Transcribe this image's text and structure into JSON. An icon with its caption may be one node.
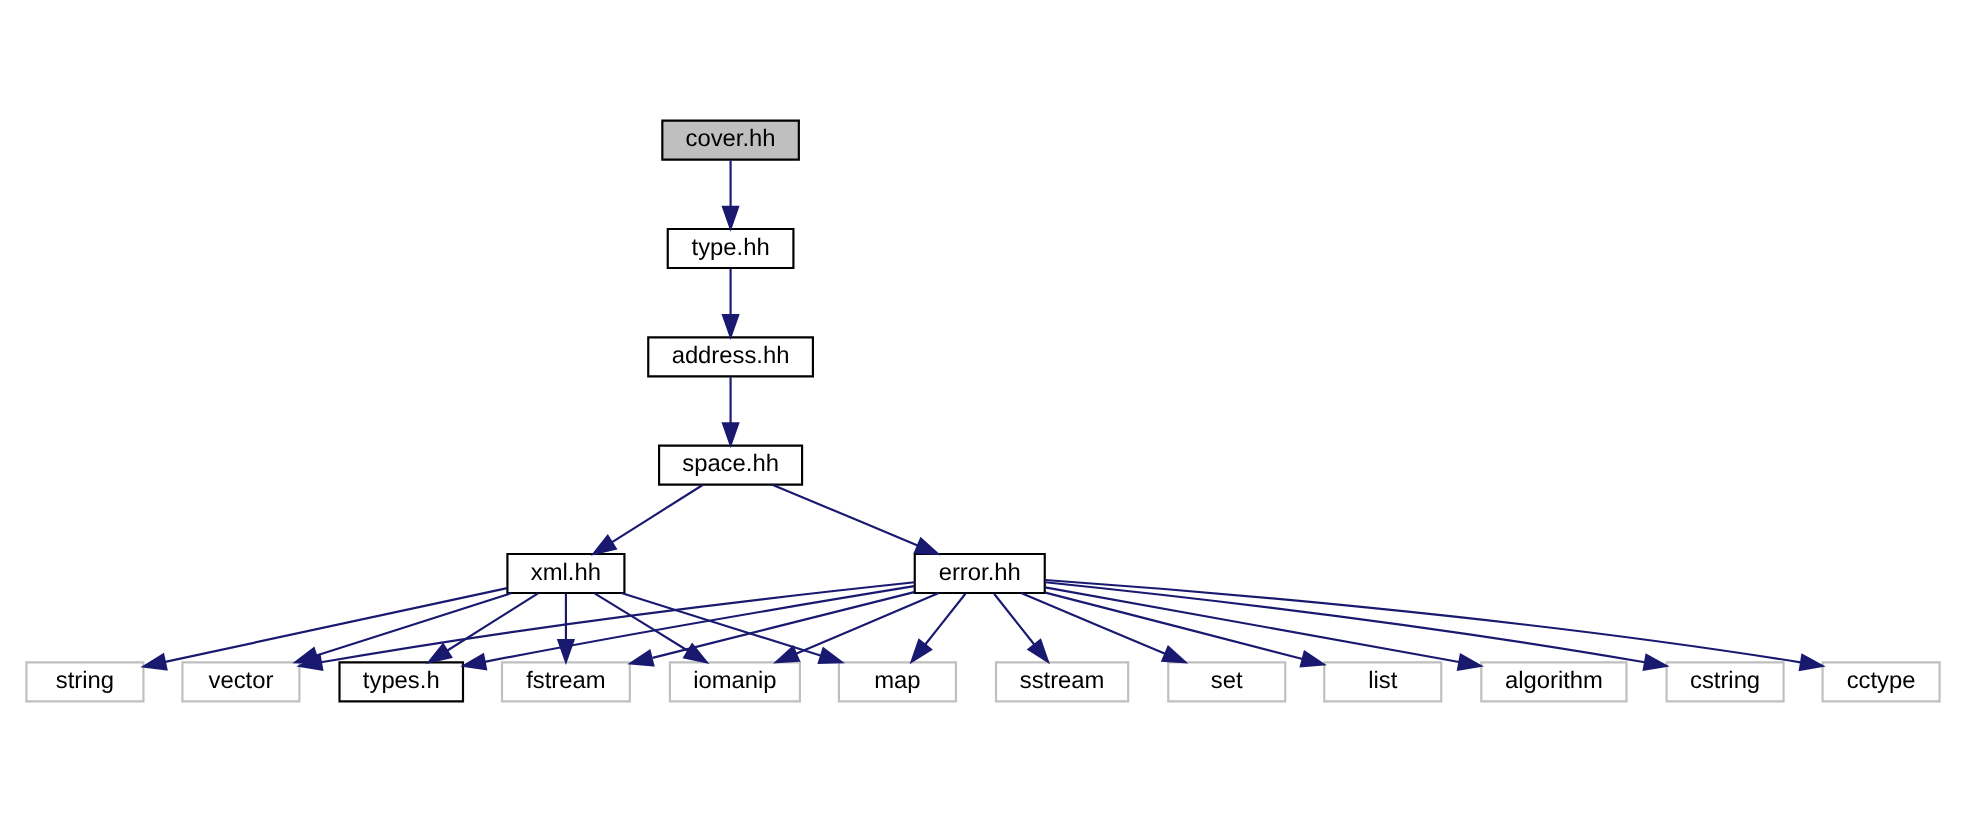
{
  "diagram": {
    "nodes": [
      {
        "text": [
          "cover.hh"
        ]
      },
      {
        "text": [
          "type.hh"
        ]
      },
      {
        "text": [
          "address.hh"
        ]
      },
      {
        "text": [
          "space.hh"
        ]
      },
      {
        "text": [
          "xml.hh"
        ]
      },
      {
        "text": [
          "error.hh"
        ]
      },
      {
        "text": [
          "string"
        ]
      },
      {
        "text": [
          "iomanip"
        ]
      },
      {
        "text": [
          "map"
        ]
      },
      {
        "text": [
          "vector"
        ]
      },
      {
        "text": [
          "types.h"
        ]
      },
      {
        "text": [
          "fstream"
        ]
      },
      {
        "text": [
          "sstream"
        ]
      },
      {
        "text": [
          "set"
        ]
      },
      {
        "text": [
          "list"
        ]
      },
      {
        "text": [
          "algorithm"
        ]
      },
      {
        "text": [
          "cstring"
        ]
      },
      {
        "text": [
          "cctype"
        ]
      }
    ],
    "edges": [
      {
        "from": 0,
        "to": 1,
        "arrow": "to"
      },
      {
        "from": 1,
        "to": 2,
        "arrow": "to"
      },
      {
        "from": 2,
        "to": 3,
        "arrow": "to"
      },
      {
        "from": 3,
        "to": 4,
        "arrow": "to"
      },
      {
        "from": 3,
        "to": 5,
        "arrow": "to"
      },
      {
        "from": 4,
        "to": 6,
        "arrow": "to"
      },
      {
        "from": 4,
        "to": 7,
        "arrow": "to"
      },
      {
        "from": 4,
        "to": 8,
        "arrow": "to"
      },
      {
        "from": 4,
        "to": 9,
        "arrow": "to"
      },
      {
        "from": 4,
        "to": 10,
        "arrow": "to"
      },
      {
        "from": 4,
        "to": 11,
        "arrow": "to"
      },
      {
        "from": 5,
        "to": 7,
        "arrow": "to"
      },
      {
        "from": 5,
        "to": 8,
        "arrow": "to"
      },
      {
        "from": 5,
        "to": 9,
        "arrow": "to"
      },
      {
        "from": 5,
        "to": 10,
        "arrow": "to"
      },
      {
        "from": 5,
        "to": 11,
        "arrow": "to"
      },
      {
        "from": 5,
        "to": 12,
        "arrow": "to"
      },
      {
        "from": 5,
        "to": 13,
        "arrow": "to"
      },
      {
        "from": 5,
        "to": 14,
        "arrow": "to"
      },
      {
        "from": 5,
        "to": 15,
        "arrow": "to"
      },
      {
        "from": 5,
        "to": 16,
        "arrow": "to"
      },
      {
        "from": 5,
        "to": 17,
        "arrow": "to"
      }
    ]
  }
}
